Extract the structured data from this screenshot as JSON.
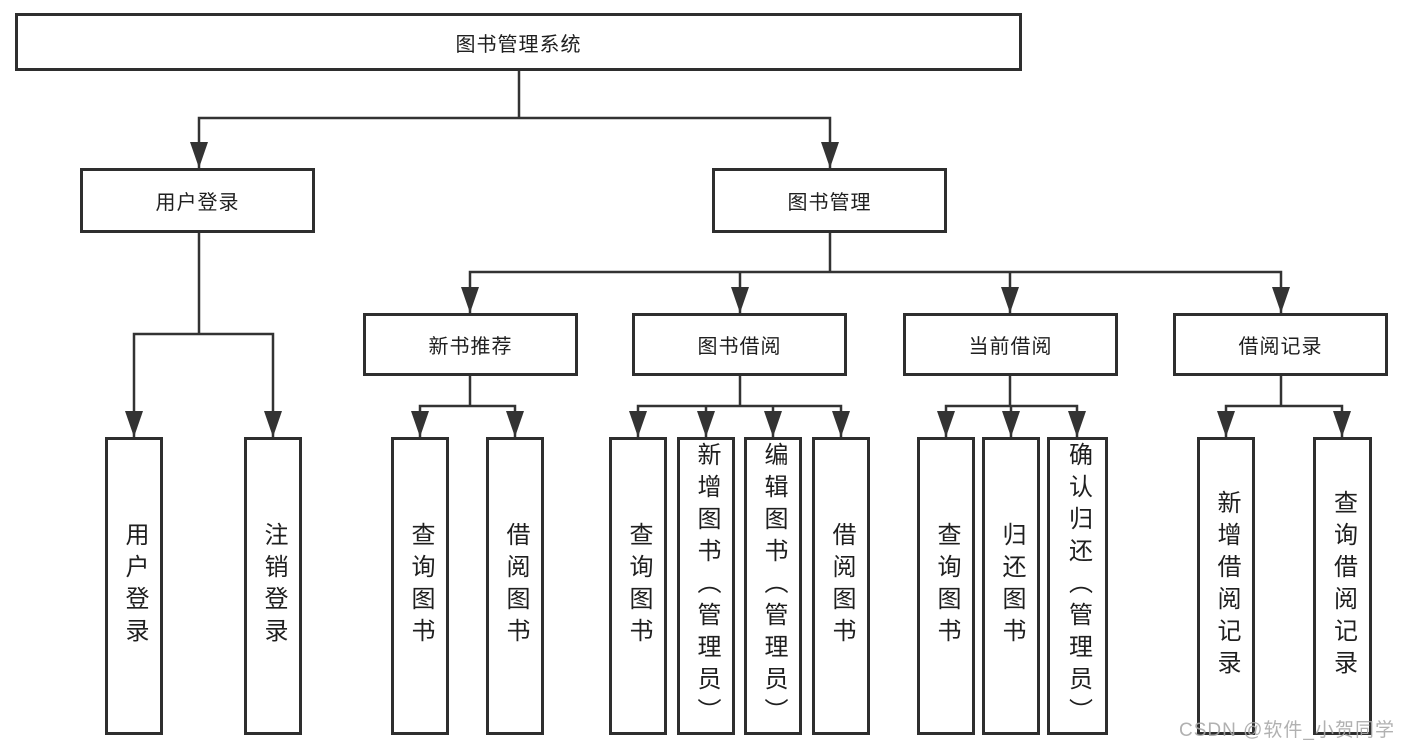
{
  "colors": {
    "line": "#333333",
    "box_border": "#2e2e2e",
    "text": "#1f1f1f",
    "watermark": "#a9a9a9",
    "background": "#ffffff"
  },
  "diagram": {
    "root": {
      "label": "图书管理系统"
    },
    "level2": [
      {
        "label": "用户登录"
      },
      {
        "label": "图书管理"
      }
    ],
    "level3": [
      {
        "label": "新书推荐"
      },
      {
        "label": "图书借阅"
      },
      {
        "label": "当前借阅"
      },
      {
        "label": "借阅记录"
      }
    ],
    "leaves": {
      "user_login": [
        "用户登录",
        "注销登录"
      ],
      "new_book_recommend": [
        "查询图书",
        "借阅图书"
      ],
      "book_borrow": [
        "查询图书",
        "新增图书（管理员）",
        "编辑图书（管理员）",
        "借阅图书"
      ],
      "current_borrow": [
        "查询图书",
        "归还图书",
        "确认归还（管理员）"
      ],
      "borrow_records": [
        "新增借阅记录",
        "查询借阅记录"
      ]
    }
  },
  "watermark": {
    "text": "CSDN @软件_小贺同学"
  }
}
